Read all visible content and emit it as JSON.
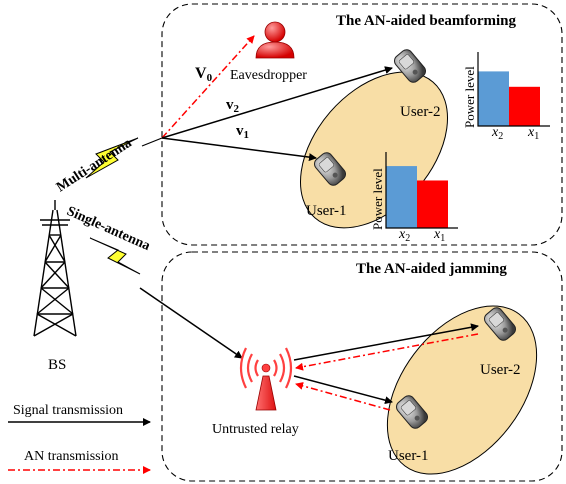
{
  "panels": {
    "beamforming_title": "The AN-aided beamforming",
    "jamming_title": "The AN-aided jamming"
  },
  "nodes": {
    "eavesdropper": "Eavesdropper",
    "bs": "BS",
    "relay": "Untrusted relay",
    "top_user_2": "User-2",
    "top_user_1": "User-1",
    "bottom_user_2": "User-2",
    "bottom_user_1": "User-1"
  },
  "links": {
    "multi_antenna": "Multi-antenna",
    "single_antenna": "Single-antenna",
    "v0_base": "V",
    "v0_sub": "0",
    "v2_base": "v",
    "v2_sub": "2",
    "v1_base": "v",
    "v1_sub": "1"
  },
  "charts": {
    "power_label": "Power level",
    "x2_base": "x",
    "x2_sub": "2",
    "x1_base": "x",
    "x1_sub": "1"
  },
  "legend": {
    "signal": "Signal transmission",
    "an": "AN transmission"
  },
  "colors": {
    "ellipse_fill": "#F8DEA6",
    "bar_signal": "#5B9BD5",
    "bar_an": "#FF0000",
    "an_line": "#FF0000",
    "bolt": "#FFFF33",
    "relay": "#FF3333"
  },
  "chart_data": [
    {
      "type": "bar",
      "categories": [
        "x2",
        "x1"
      ],
      "values": [
        0.78,
        0.56
      ],
      "ylabel": "Power level"
    },
    {
      "type": "bar",
      "categories": [
        "x2",
        "x1"
      ],
      "values": [
        0.86,
        0.66
      ],
      "ylabel": "Power level"
    }
  ]
}
